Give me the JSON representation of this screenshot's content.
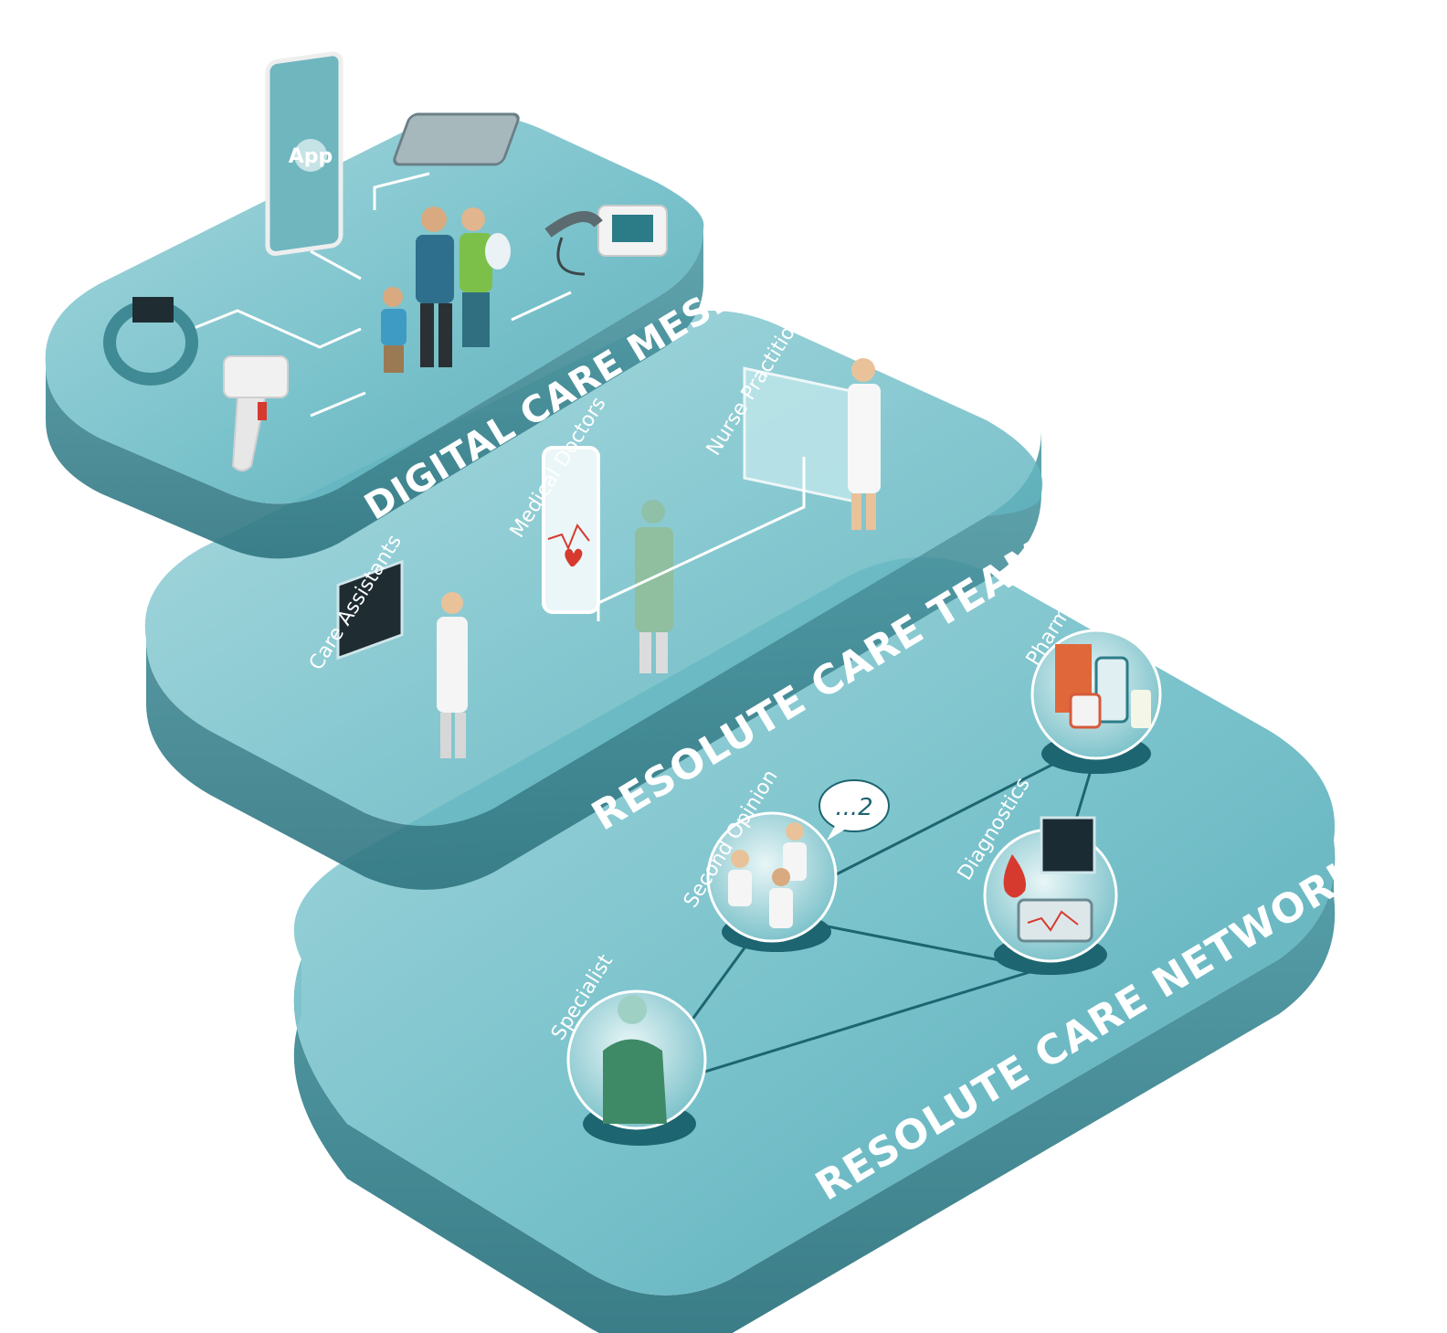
{
  "layers": {
    "mesh": {
      "title": "DIGITAL CARE MESH"
    },
    "team": {
      "title": "RESOLUTE CARE TEAM"
    },
    "network": {
      "title": "RESOLUTE CARE NETWORK"
    }
  },
  "tags": {
    "nurse_practitioners": "Nurse Practitioners",
    "medical_doctors": "Medical Doctors",
    "care_assistants": "Care Assistants",
    "pharmacy": "Pharmacy",
    "second_opinion": "Second Opinion",
    "diagnostics": "Diagnostics",
    "specialist": "Specialist"
  },
  "devices": {
    "phone_app_label": "App",
    "chat_bubble": "...2"
  },
  "colors": {
    "platform_top": "#5fb3bf",
    "platform_side": "#3c8590",
    "platform_edge": "#9fd6dc",
    "accent_dark": "#1d6571",
    "white": "#ffffff"
  }
}
